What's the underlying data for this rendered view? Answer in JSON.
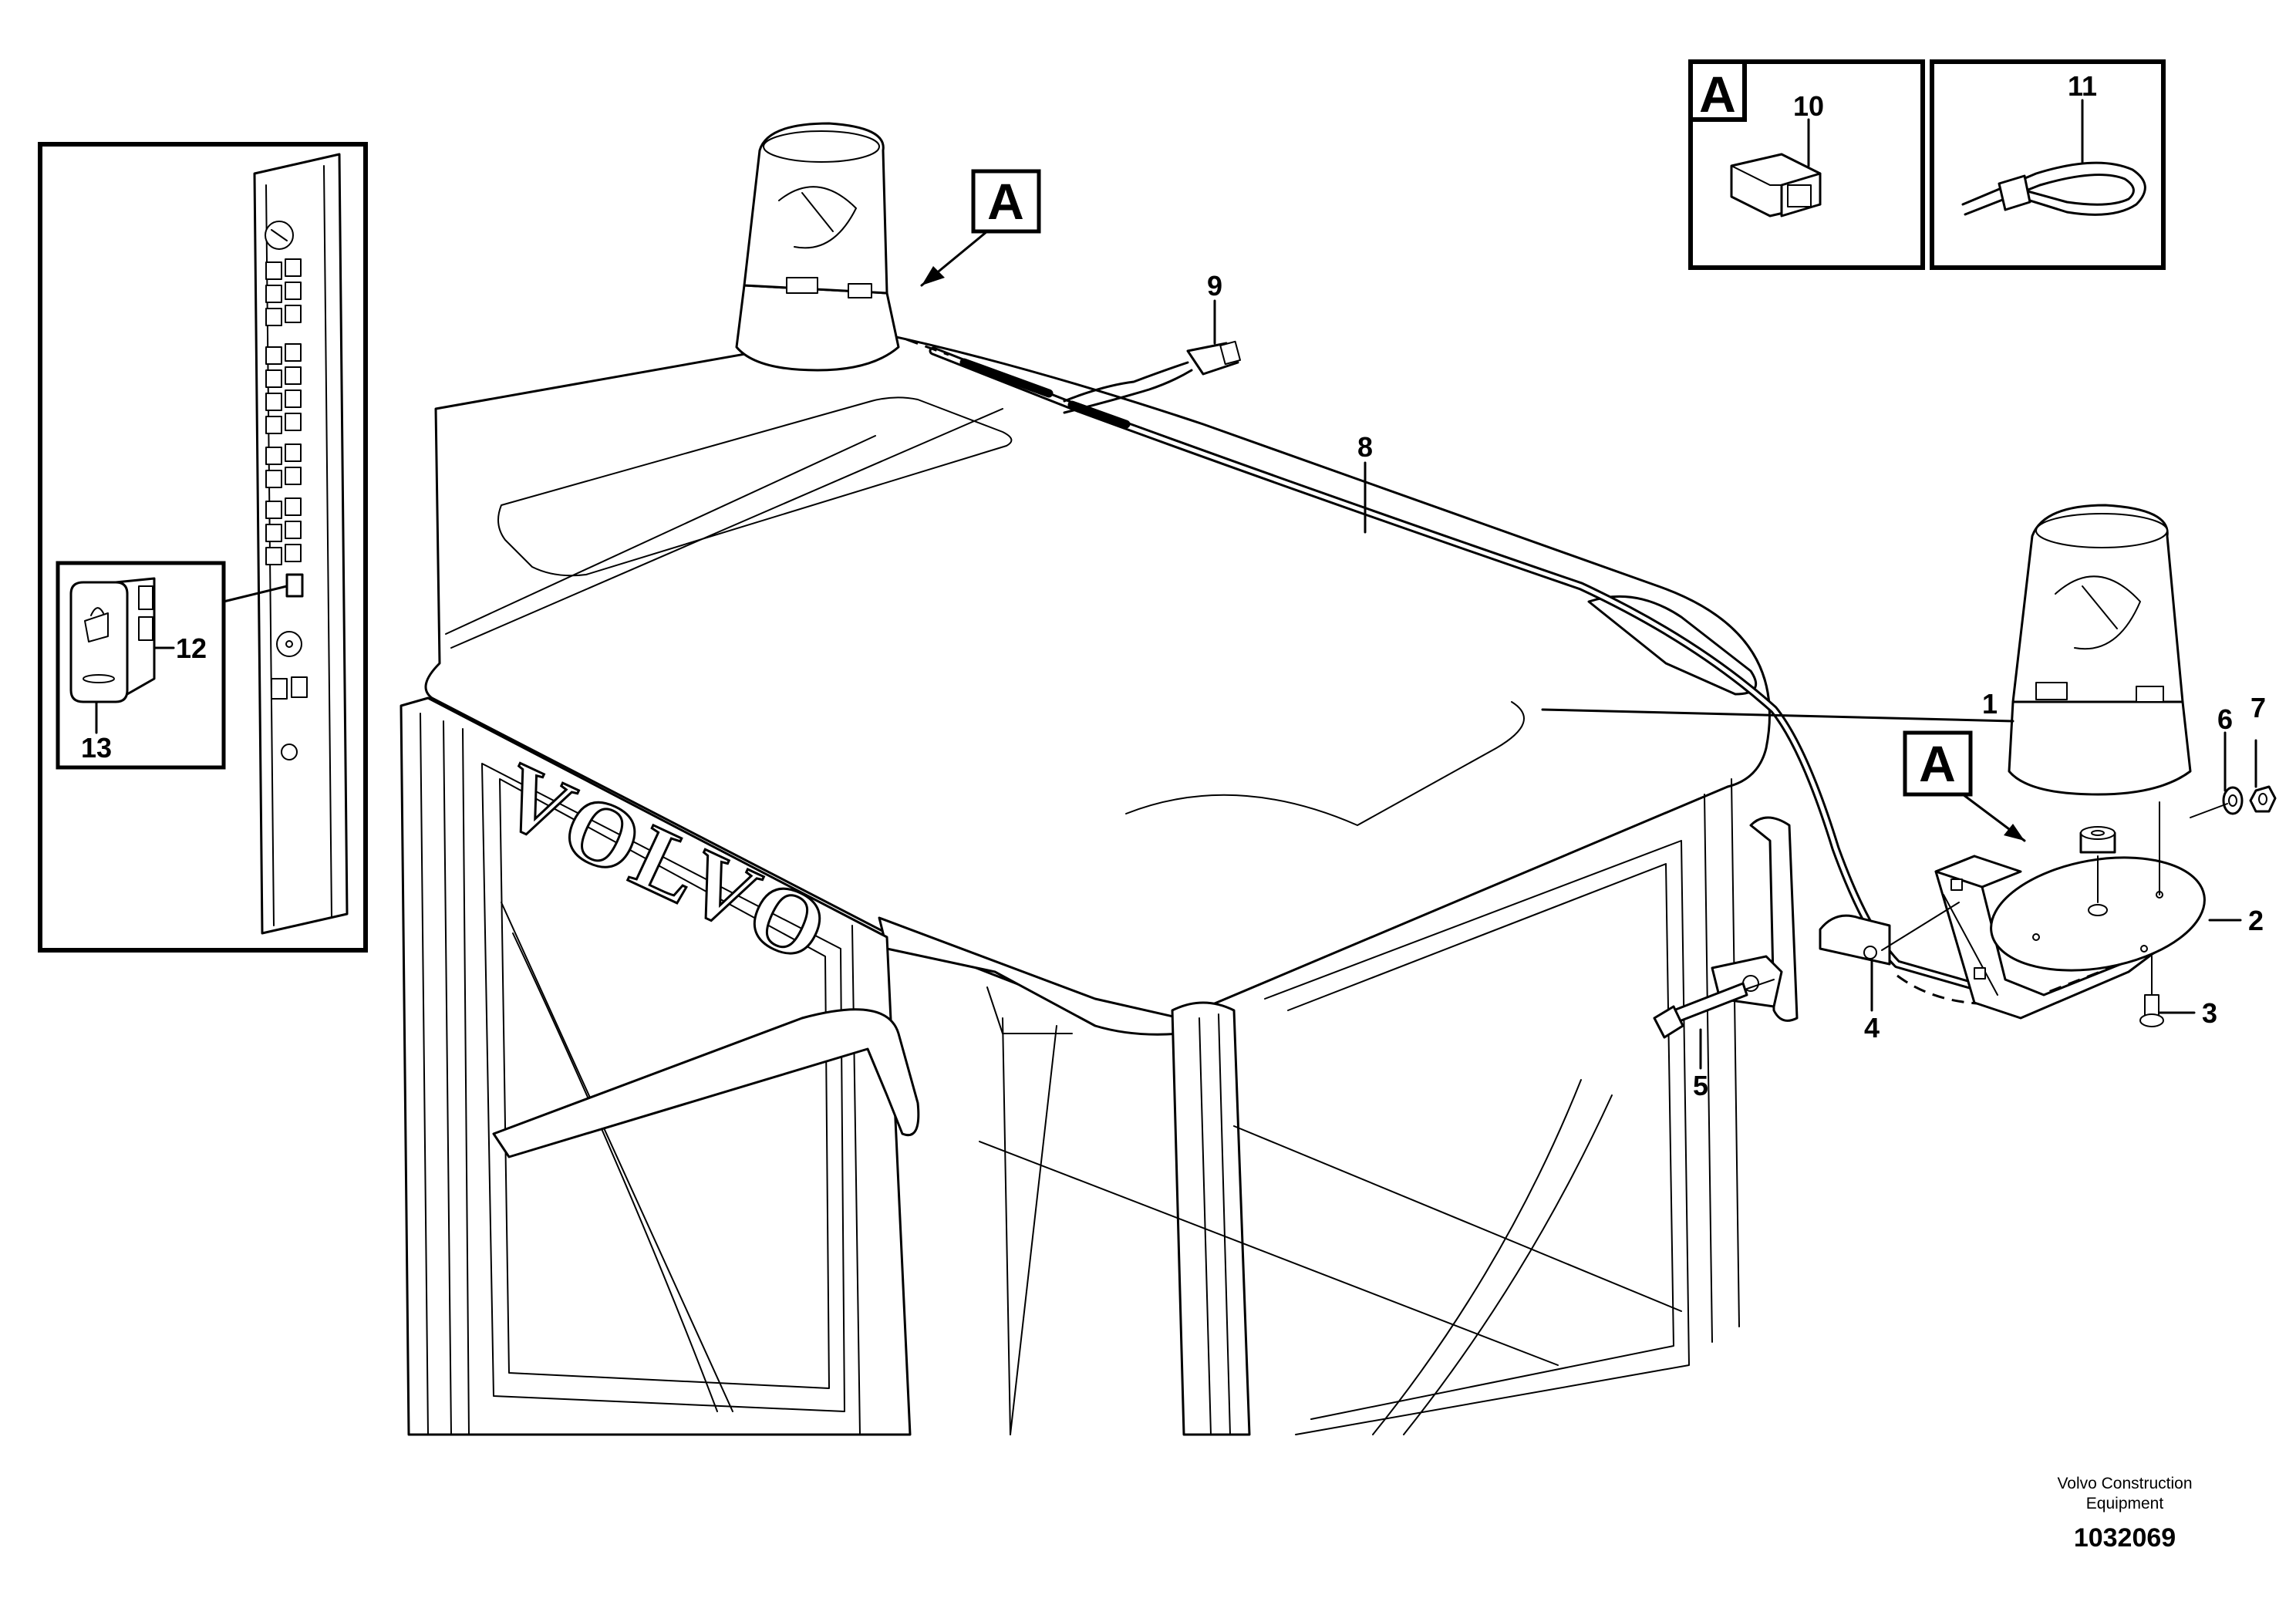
{
  "diagram": {
    "view_marker": "A",
    "watermark": "VOLVO",
    "caption_line1": "Volvo Construction",
    "caption_line2": "Equipment",
    "document_number": "1032069",
    "callouts": [
      {
        "id": "1",
        "text": "1"
      },
      {
        "id": "2",
        "text": "2"
      },
      {
        "id": "3",
        "text": "3"
      },
      {
        "id": "4",
        "text": "4"
      },
      {
        "id": "5",
        "text": "5"
      },
      {
        "id": "6",
        "text": "6"
      },
      {
        "id": "7",
        "text": "7"
      },
      {
        "id": "8",
        "text": "8"
      },
      {
        "id": "9",
        "text": "9"
      },
      {
        "id": "10",
        "text": "10"
      },
      {
        "id": "11",
        "text": "11"
      },
      {
        "id": "12",
        "text": "12"
      },
      {
        "id": "13",
        "text": "13"
      }
    ]
  }
}
